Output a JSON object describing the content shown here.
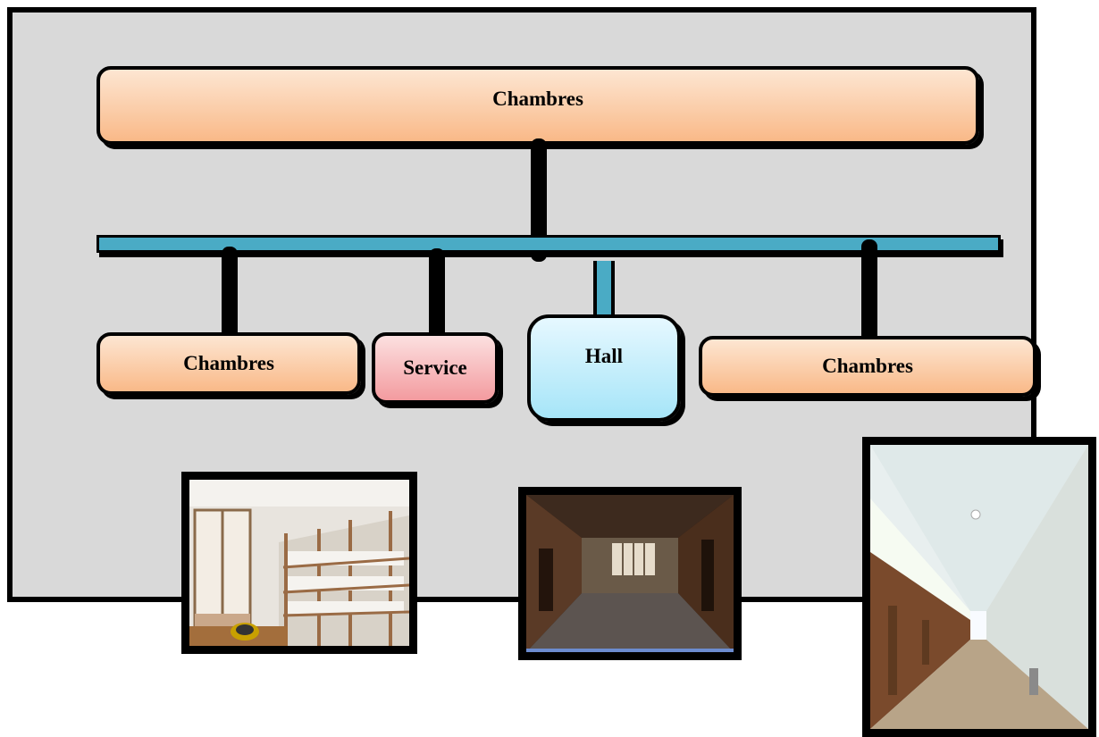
{
  "diagram": {
    "top_block": {
      "label": "Chambres"
    },
    "bottom_blocks": [
      {
        "label": "Chambres"
      },
      {
        "label": "Service"
      },
      {
        "label": "Hall"
      },
      {
        "label": "Chambres"
      }
    ]
  },
  "colors": {
    "frame_bg": "#d9d9d9",
    "bus": "#4aabc5",
    "chambres_fill": "#f9b988",
    "service_fill": "#f39b9f",
    "hall_fill": "#a6e5f8"
  },
  "photos": [
    {
      "subject": "storage-room-shelves-photo"
    },
    {
      "subject": "hall-corridor-photo"
    },
    {
      "subject": "long-corridor-photo"
    }
  ]
}
